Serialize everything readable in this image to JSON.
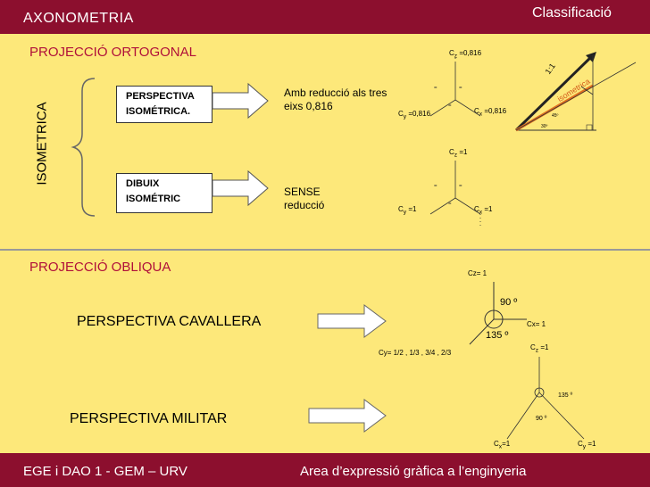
{
  "header": {
    "title": "AXONOMETRIA",
    "right": "Classificació"
  },
  "footer": {
    "left": "EGE i DAO 1  - GEM – URV",
    "right": "Area d’expressió gràfica a l’enginyeria"
  },
  "ortho": {
    "title": "PROJECCIÓ ORTOGONAL",
    "side_label": "ISOMETRICA",
    "persp_box": [
      "PERSPECTIVA",
      "ISOMÉTRICA."
    ],
    "persp_text": [
      "Amb reducció als tres",
      "eixs 0,816"
    ],
    "dibuix_box": [
      "DIBUIX",
      "ISOMÉTRIC"
    ],
    "dibuix_text": [
      "SENSE",
      "reducció"
    ],
    "axes1": {
      "cz": "C",
      "cz_sub": "z",
      "cz_val": " =0,816",
      "cy": "C",
      "cy_sub": "y",
      "cy_val": " =0,816",
      "cx": "C",
      "cx_sub": "x",
      "cx_val": " =0,816"
    },
    "axes2": {
      "cz": "C",
      "cz_sub": "z",
      "cz_val": " =1",
      "cy": "C",
      "cy_sub": "y",
      "cy_val": " =1",
      "cx": "C",
      "cx_sub": "x",
      "cx_val": " =1"
    },
    "scale": {
      "ratio": "1:1",
      "iso": "isometrica",
      "a1": "45º",
      "a2": "30º"
    }
  },
  "oblique": {
    "title": "PROJECCIÓ OBLIQUA",
    "cavallera": "PERSPECTIVA CAVALLERA",
    "militar": "PERSPECTIVA MILITAR",
    "cav": {
      "cz": "Cz= 1",
      "cx": "Cx= 1",
      "cy": "Cy= 1/2 , 1/3 , 3/4 , 2/3",
      "a90": "90 º",
      "a135": "135 º"
    },
    "mil": {
      "cz": "C",
      "cz_sub": "z",
      "cz_val": " =1",
      "cx": "C",
      "cx_sub": "x",
      "cx_val": "=1",
      "cy": "C",
      "cy_sub": "y",
      "cy_val": " =1",
      "a135": "135 º",
      "a90": "90 º"
    }
  }
}
